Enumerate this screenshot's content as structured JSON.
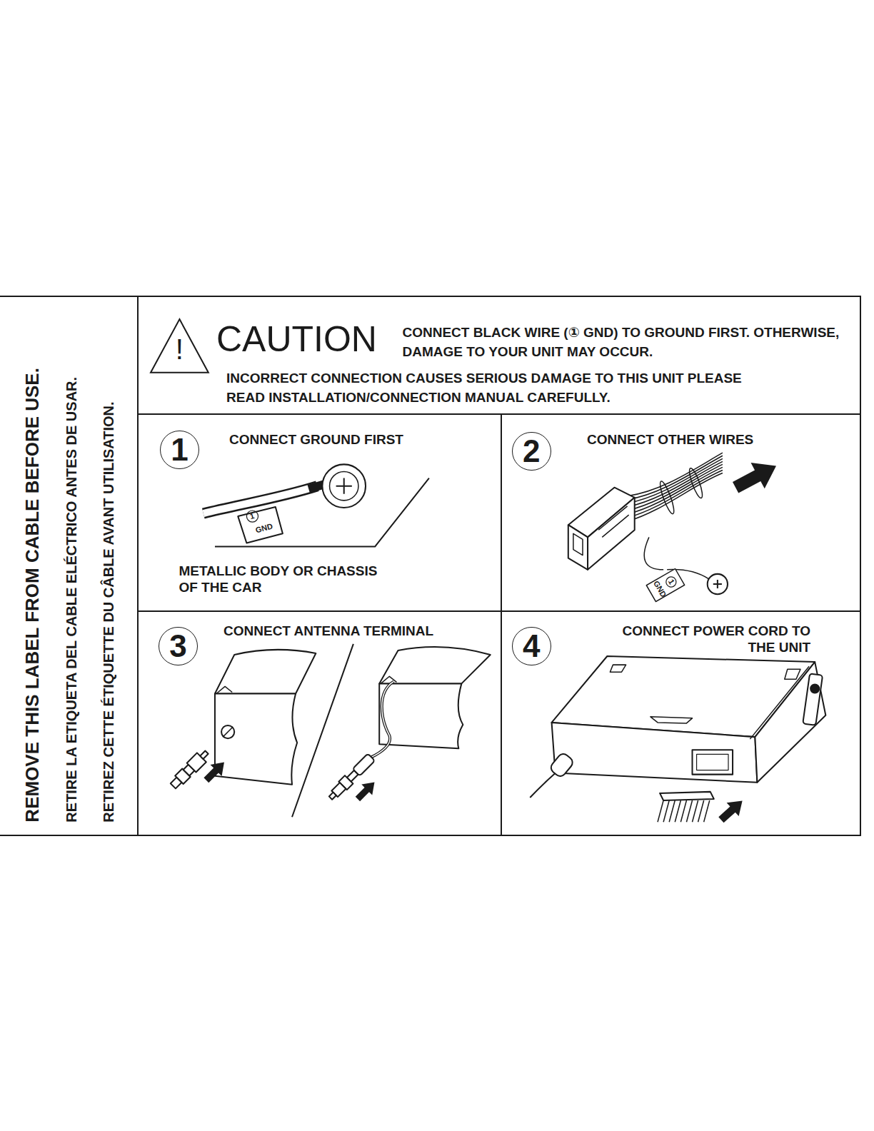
{
  "diagram": {
    "nodes": [
      {
        "text": [
          "REMOVE THIS LABEL FROM CABLE BEFORE USE.",
          "RETIRE LA ETIQUETA DEL CABLE ELÉCTRICO ANTES DE USAR.",
          "RETIREZ CETTE ÉTIQUETTE DU CÂBLE AVANT UTILISATION."
        ]
      },
      {
        "text": [
          "CAUTION",
          "CONNECT BLACK WIRE (① GND) TO GROUND FIRST. OTHERWISE, DAMAGE TO YOUR UNIT MAY OCCUR.",
          "INCORRECT CONNECTION CAUSES SERIOUS DAMAGE TO THIS UNIT PLEASE READ INSTALLATION/CONNECTION MANUAL CAREFULLY."
        ]
      },
      {
        "text": [
          "!"
        ],
        "in": 1
      },
      {
        "text": [
          "CONNECT GROUND FIRST",
          "METALLIC BODY OR CHASSIS OF THE CAR"
        ]
      },
      {
        "text": [
          "1"
        ],
        "in": 3
      },
      {
        "text": [
          "CONNECT OTHER WIRES"
        ]
      },
      {
        "text": [
          "2"
        ],
        "in": 5
      },
      {
        "text": [
          "CONNECT ANTENNA TERMINAL"
        ]
      },
      {
        "text": [
          "3"
        ],
        "in": 7
      },
      {
        "text": [
          "CONNECT POWER CORD TO THE UNIT"
        ]
      },
      {
        "text": [
          "4"
        ],
        "in": 9
      }
    ],
    "labels": [
      "1",
      "GND",
      "1",
      "GND"
    ]
  }
}
